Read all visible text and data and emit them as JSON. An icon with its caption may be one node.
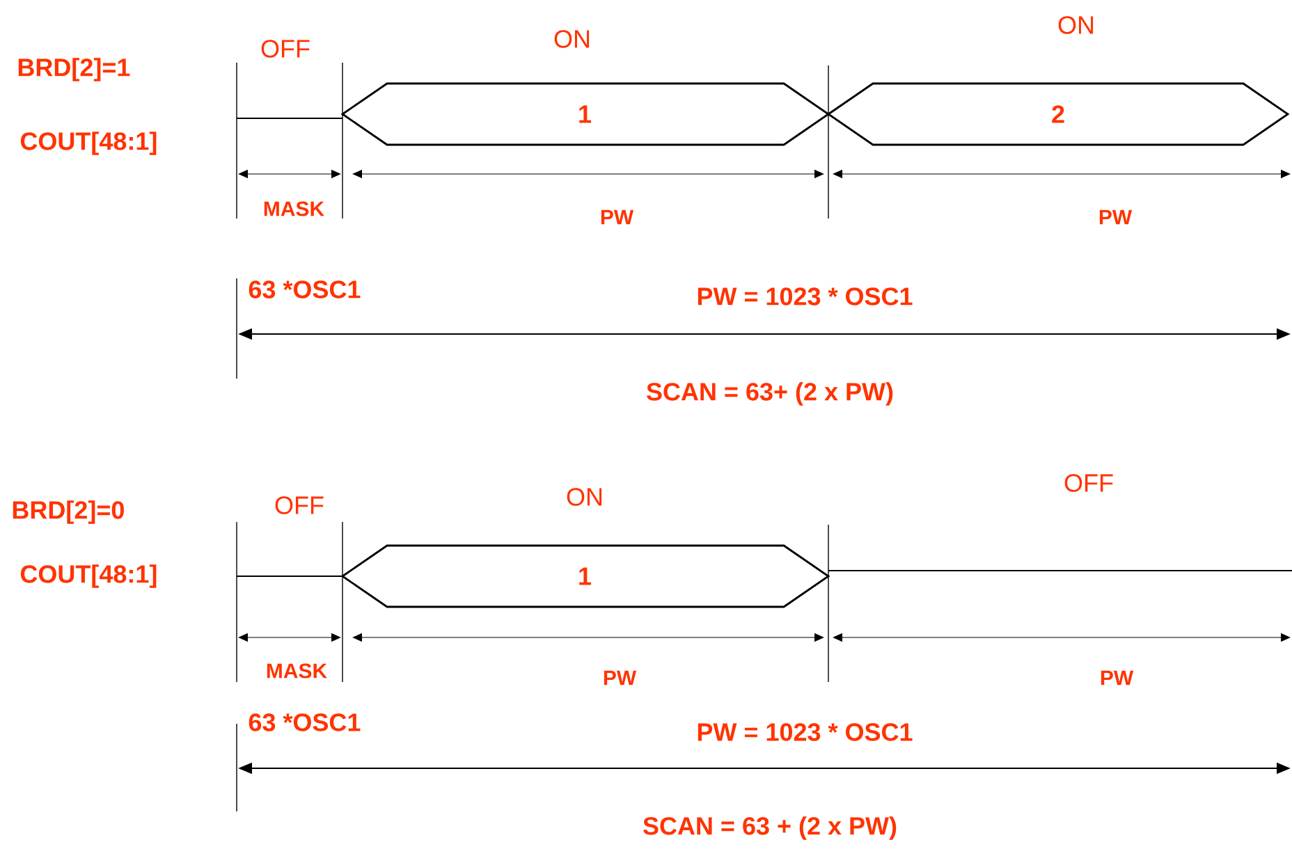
{
  "diagram": {
    "nodes": [
      {
        "text": [
          "1"
        ]
      },
      {
        "text": [
          "2"
        ]
      },
      {
        "text": [
          "1"
        ]
      }
    ],
    "labels": [
      "BRD[2]=1",
      "OFF",
      "ON",
      "ON",
      "COUT[48:1]",
      "MASK",
      "PW",
      "PW",
      "63 *OSC1",
      "PW = 1023 * OSC1",
      "SCAN = 63+ (2 x PW)",
      "BRD[2]=0",
      "OFF",
      "ON",
      "OFF",
      "COUT[48:1]",
      "MASK",
      "PW",
      "PW",
      "63 *OSC1",
      "PW = 1023 * OSC1",
      "SCAN = 63 + (2 x PW)"
    ]
  }
}
